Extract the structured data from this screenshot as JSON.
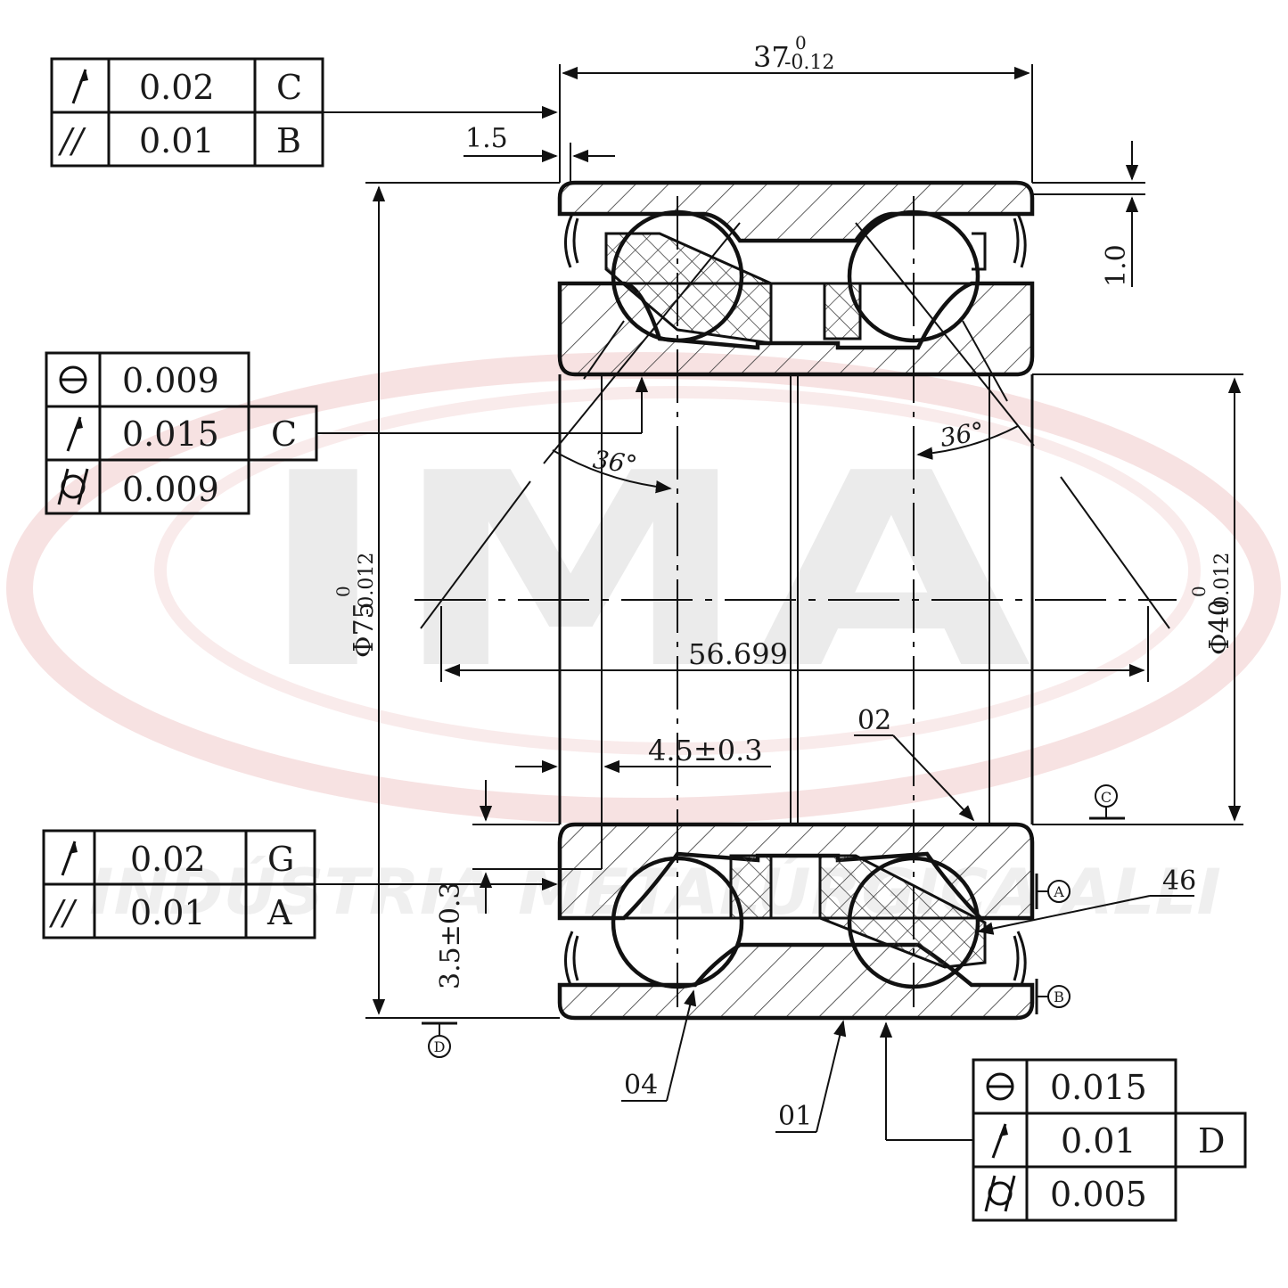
{
  "watermark": {
    "logo_text": "IMA",
    "subtitle": "INDÚSTRIA METALÚRGICA ALLI",
    "ring_color": "#f3d0d0"
  },
  "dimensions": {
    "width": "37",
    "width_tol_upper": "0",
    "width_tol_lower": "-0.12",
    "chamfer_1_5": "1.5",
    "chamfer_1_0": "1.0",
    "outer_dia": "Φ75",
    "outer_tol_upper": "0",
    "outer_tol_lower": "-0.012",
    "inner_dia": "Φ40",
    "inner_tol_upper": "0",
    "inner_tol_lower": "-0.012",
    "span": "56.699",
    "offset": "4.5±0.3",
    "shoulder": "3.5±0.3",
    "angle_left": "36°",
    "angle_right": "36°"
  },
  "parts": {
    "p02": "02",
    "p46": "46",
    "p04": "04",
    "p01": "01"
  },
  "datums": {
    "a": "A",
    "b": "B",
    "c": "C",
    "d": "D"
  },
  "fcf_top_left": [
    {
      "symbol": "runout",
      "value": "0.02",
      "datum": "C"
    },
    {
      "symbol": "parallel",
      "value": "0.01",
      "datum": "B"
    }
  ],
  "fcf_mid_left": [
    {
      "symbol": "roundness",
      "value": "0.009",
      "datum": ""
    },
    {
      "symbol": "runout",
      "value": "0.015",
      "datum": "C"
    },
    {
      "symbol": "cylindricity",
      "value": "0.009",
      "datum": ""
    }
  ],
  "fcf_bottom_left": [
    {
      "symbol": "runout",
      "value": "0.02",
      "datum": "G"
    },
    {
      "symbol": "parallel",
      "value": "0.01",
      "datum": "A"
    }
  ],
  "fcf_bottom_right": [
    {
      "symbol": "roundness",
      "value": "0.015",
      "datum": ""
    },
    {
      "symbol": "runout",
      "value": "0.01",
      "datum": "D"
    },
    {
      "symbol": "cylindricity",
      "value": "0.005",
      "datum": ""
    }
  ],
  "parallel_symbol": "//"
}
